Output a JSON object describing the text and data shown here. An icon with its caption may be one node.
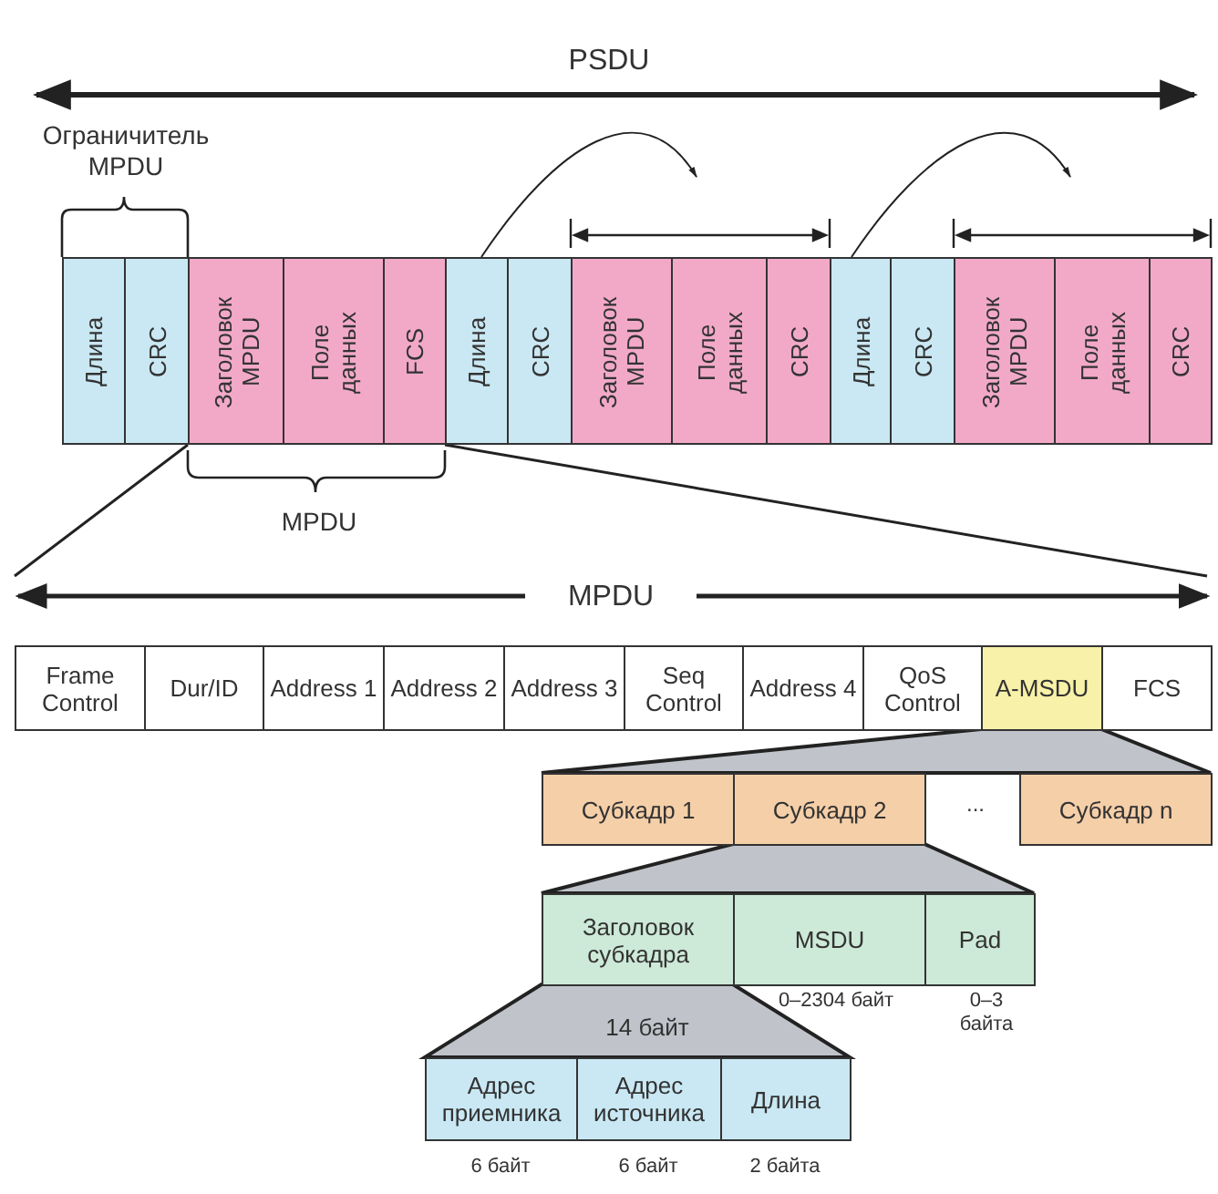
{
  "diagram": {
    "nodes": [
      {
        "text": [
          "Длина"
        ]
      },
      {
        "text": [
          "CRC"
        ]
      },
      {
        "text": [
          "Заголовок MPDU"
        ]
      },
      {
        "text": [
          "Поле данных"
        ]
      },
      {
        "text": [
          "FCS"
        ]
      },
      {
        "text": [
          "Длина"
        ]
      },
      {
        "text": [
          "CRC"
        ]
      },
      {
        "text": [
          "Заголовок MPDU"
        ]
      },
      {
        "text": [
          "Поле данных"
        ]
      },
      {
        "text": [
          "CRC"
        ]
      },
      {
        "text": [
          "Длина"
        ]
      },
      {
        "text": [
          "CRC"
        ]
      },
      {
        "text": [
          "Заголовок MPDU"
        ]
      },
      {
        "text": [
          "Поле данных"
        ]
      },
      {
        "text": [
          "CRC"
        ]
      },
      {
        "text": [
          "Frame Control"
        ]
      },
      {
        "text": [
          "Dur/ID"
        ]
      },
      {
        "text": [
          "Address 1"
        ]
      },
      {
        "text": [
          "Address 2"
        ]
      },
      {
        "text": [
          "Address 3"
        ]
      },
      {
        "text": [
          "Seq Control"
        ]
      },
      {
        "text": [
          "Address 4"
        ]
      },
      {
        "text": [
          "QoS Control"
        ]
      },
      {
        "text": [
          "A-MSDU"
        ]
      },
      {
        "text": [
          "FCS"
        ]
      },
      {
        "text": [
          "Субкадр 1"
        ]
      },
      {
        "text": [
          "Субкадр 2"
        ]
      },
      {
        "text": [
          "Субкадр n"
        ]
      },
      {
        "text": [
          "Заголовок субкадра"
        ]
      },
      {
        "text": [
          "MSDU"
        ],
        "beside": [
          "0–2304 байт"
        ]
      },
      {
        "text": [
          "Pad"
        ],
        "beside": [
          "0–3 байта"
        ]
      },
      {
        "text": [
          "Адрес приемника"
        ],
        "beside": [
          "6 байт"
        ]
      },
      {
        "text": [
          "Адрес источника"
        ],
        "beside": [
          "6 байт"
        ]
      },
      {
        "text": [
          "Длина"
        ],
        "beside": [
          "2 байта"
        ]
      }
    ],
    "edges": [
      {
        "from": 5,
        "to": null,
        "arrow": "to"
      },
      {
        "from": 10,
        "to": null,
        "arrow": "to"
      }
    ],
    "labels": [
      "PSDU",
      "Ограничитель MPDU",
      "MPDU",
      "MPDU",
      "...",
      "14 байт"
    ]
  }
}
